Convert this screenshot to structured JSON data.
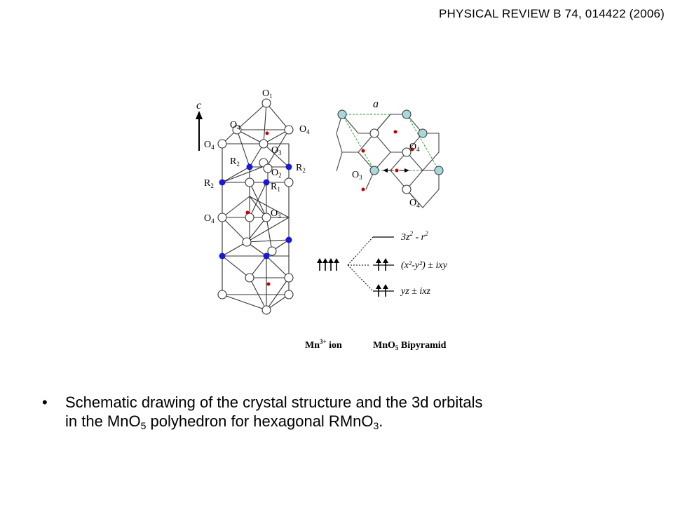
{
  "header": {
    "citation": "PHYSICAL REVIEW B 74, 014422 (2006)"
  },
  "figure": {
    "axis_c": "c",
    "axis_a": "a",
    "labels": {
      "O1": {
        "main": "O",
        "sub": "1"
      },
      "O2": {
        "main": "O",
        "sub": "2"
      },
      "O3": {
        "main": "O",
        "sub": "3"
      },
      "O4": {
        "main": "O",
        "sub": "4"
      },
      "R1": {
        "main": "R",
        "sub": "1"
      },
      "R2": {
        "main": "R",
        "sub": "2"
      }
    },
    "orbitals": {
      "level1": {
        "base": "3z",
        "sup": "2",
        "rest": " - r",
        "sup2": "2"
      },
      "level2": "(x²-y²) ± ixy",
      "level3": "yz ± ixz"
    },
    "captions": {
      "mn_ion": {
        "main": "Mn",
        "sup": "3+",
        "rest": " ion"
      },
      "bipyramid": {
        "main": "MnO",
        "sub": "5",
        "rest": " Bipyramid"
      }
    },
    "colors": {
      "r_atom": "#1a1ad6",
      "mn_atom": "#c00000",
      "in_plane_atom": "#a8d8dc",
      "bond_green": "#2aa02a"
    }
  },
  "bullet": {
    "marker": "•",
    "line1": "Schematic drawing of the crystal structure and the 3d orbitals",
    "line2_a": "in the MnO",
    "line2_sub1": "5",
    "line2_b": " polyhedron for hexagonal RMnO",
    "line2_sub2": "3",
    "line2_c": "."
  }
}
